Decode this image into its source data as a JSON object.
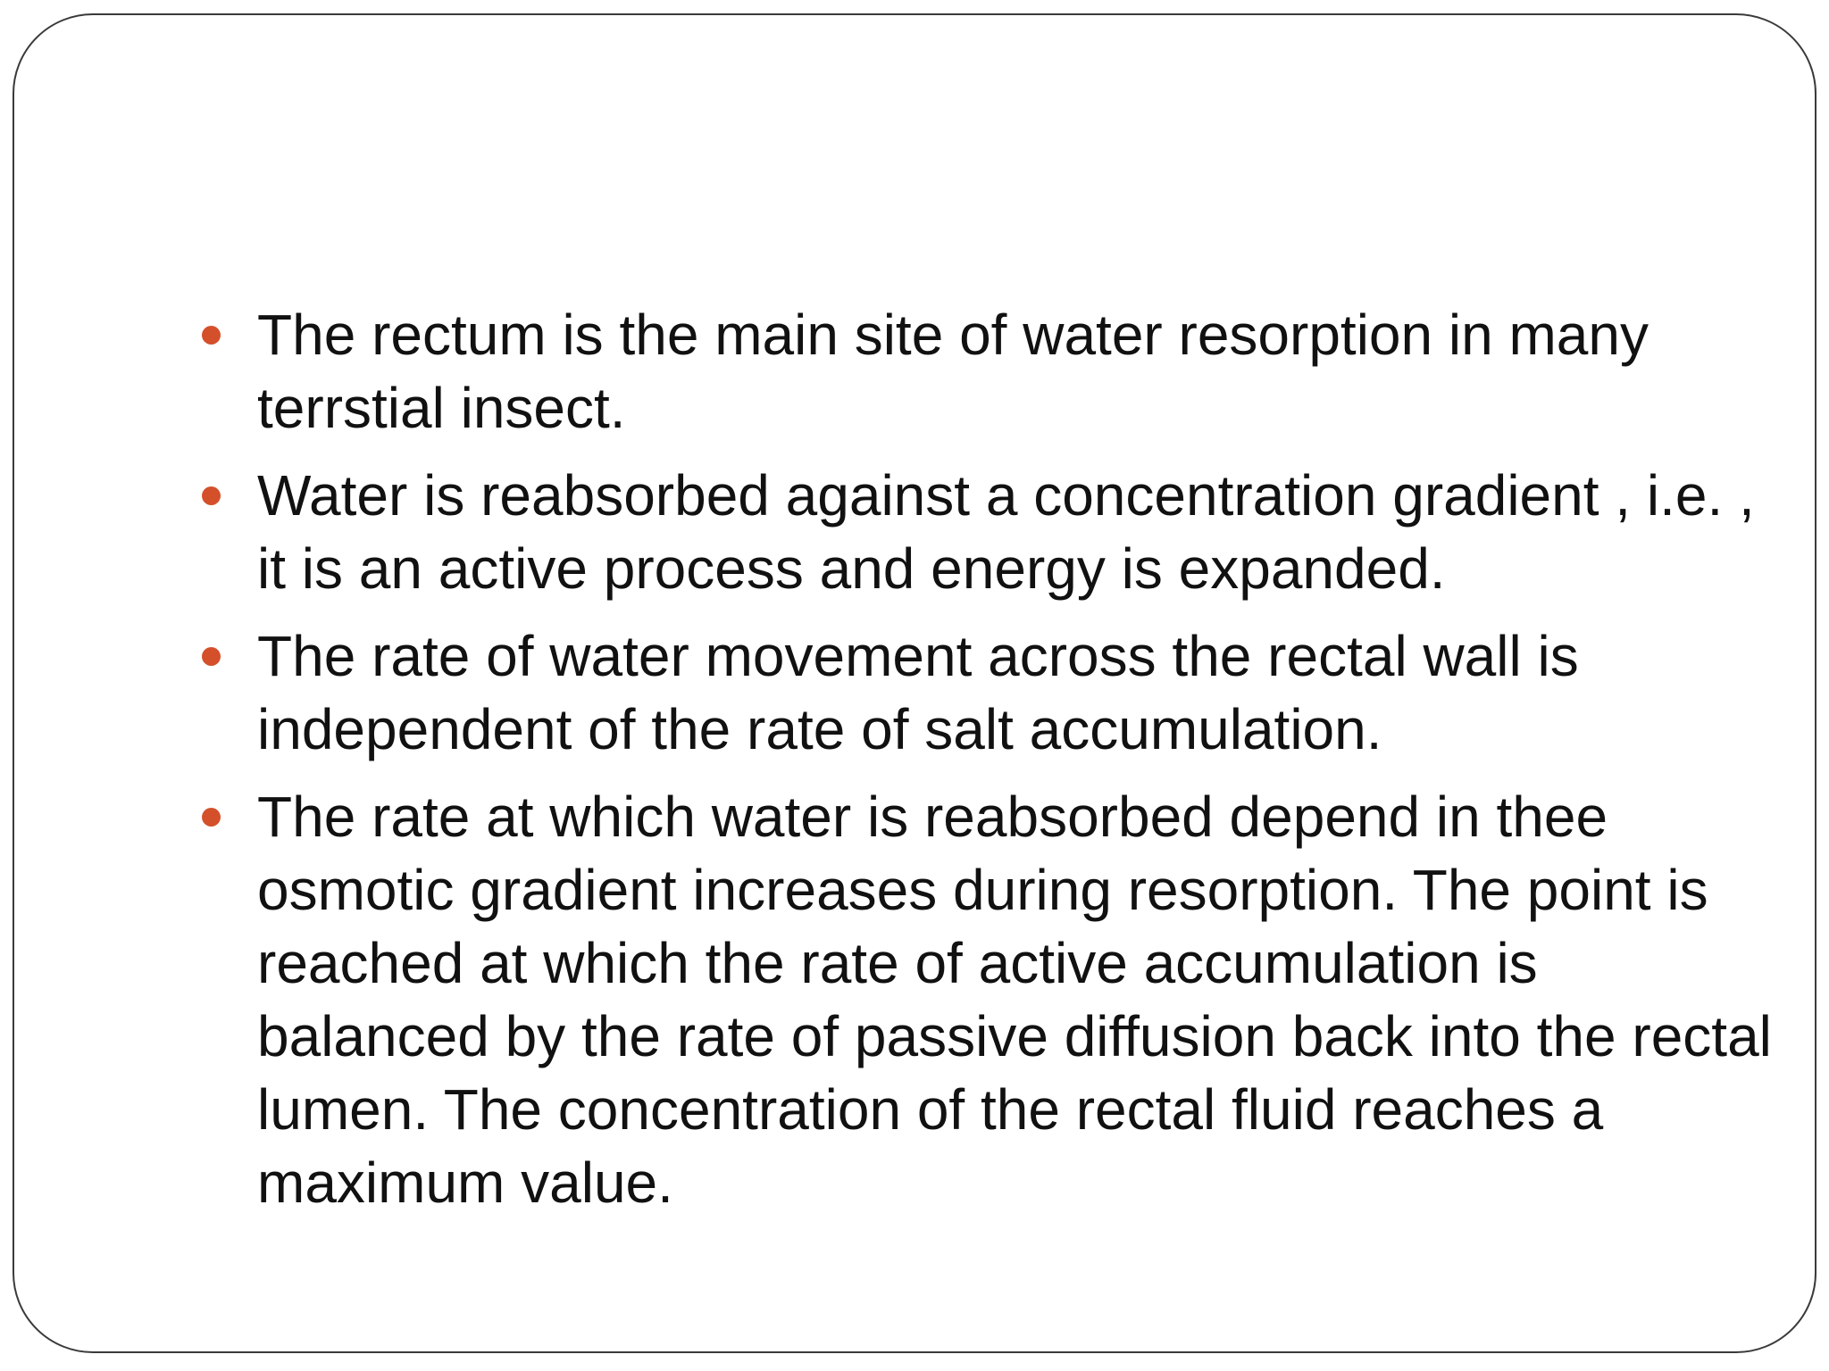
{
  "slide": {
    "accent_color": "#d4502b",
    "bullets": [
      {
        "text": "The rectum is the main site of water resorption in many terrstial insect."
      },
      {
        "text": "Water is reabsorbed against a concentration gradient , i.e. , it is an active process and energy is expanded."
      },
      {
        "text": "The rate of water movement across the rectal wall is independent of the rate of salt accumulation."
      },
      {
        "text": "The rate at which water is reabsorbed depend in thee osmotic gradient increases during resorption. The point is reached at which the rate of active accumulation is balanced by the rate of passive diffusion back into the rectal lumen. The concentration of the rectal fluid reaches a maximum value."
      }
    ]
  }
}
